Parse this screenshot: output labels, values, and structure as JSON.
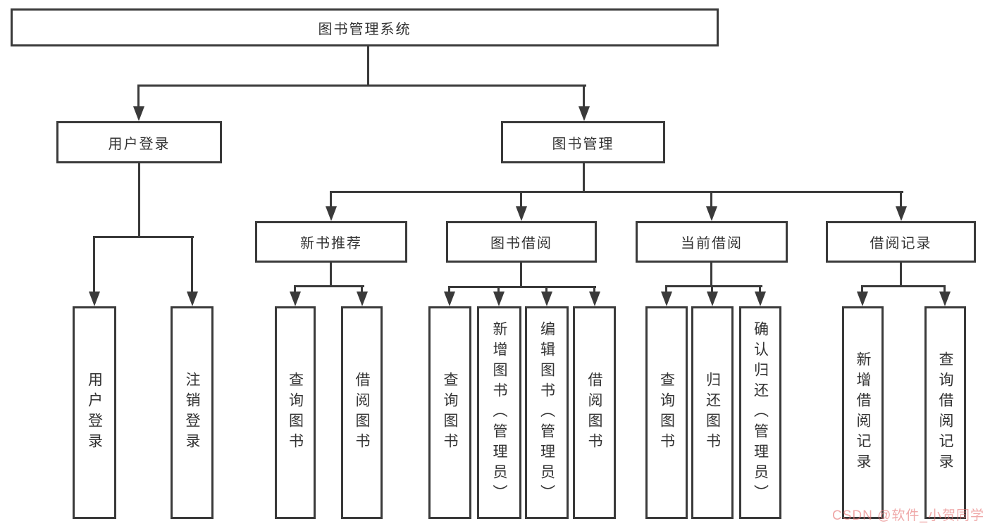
{
  "diagram": {
    "root": {
      "label": "图书管理系统"
    },
    "branches": [
      {
        "label": "用户登录",
        "children": [
          {
            "label": "用户登录"
          },
          {
            "label": "注销登录"
          }
        ]
      },
      {
        "label": "图书管理",
        "children": [
          {
            "label": "新书推荐",
            "children": [
              {
                "label": "查询图书"
              },
              {
                "label": "借阅图书"
              }
            ]
          },
          {
            "label": "图书借阅",
            "children": [
              {
                "label": "查询图书"
              },
              {
                "label": "新增图书（管理员）"
              },
              {
                "label": "编辑图书（管理员）"
              },
              {
                "label": "借阅图书"
              }
            ]
          },
          {
            "label": "当前借阅",
            "children": [
              {
                "label": "查询图书"
              },
              {
                "label": "归还图书"
              },
              {
                "label": "确认归还（管理员）"
              }
            ]
          },
          {
            "label": "借阅记录",
            "children": [
              {
                "label": "新增借阅记录"
              },
              {
                "label": "查询借阅记录"
              }
            ]
          }
        ]
      }
    ]
  },
  "watermark": {
    "text": "CSDN @软件_小贺同学"
  },
  "colors": {
    "line": "#3a3a3a",
    "box_border": "#3a3a3a",
    "box_background": "#ffffff",
    "text": "#333333",
    "watermark": "#e57373"
  }
}
